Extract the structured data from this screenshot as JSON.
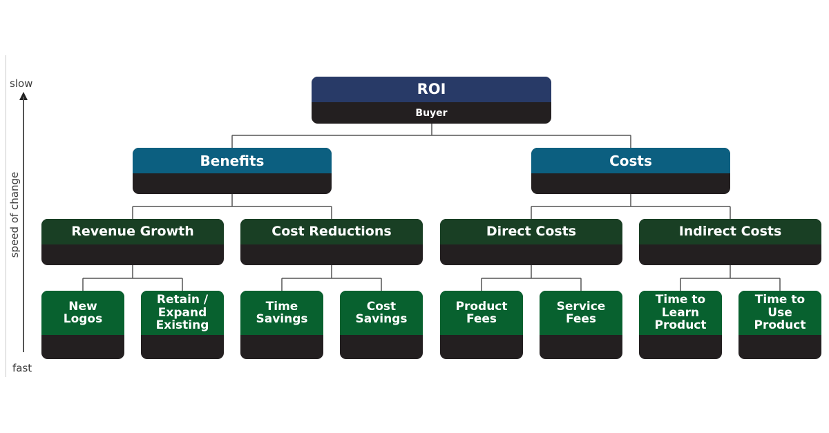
{
  "axis": {
    "top_label": "slow",
    "bottom_label": "fast",
    "title": "speed of change"
  },
  "colors": {
    "root_header": "#283a67",
    "level1_header": "#0c5f80",
    "level2_header": "#193f24",
    "level3_header": "#08612f",
    "footer": "#231f20",
    "connector": "#555555"
  },
  "tree": {
    "root": {
      "title": "ROI",
      "subtitle": "Buyer"
    },
    "benefits": {
      "title": "Benefits",
      "subtitle": "",
      "revenue_growth": {
        "title": "Revenue Growth",
        "subtitle": "",
        "children": [
          {
            "title": "New\nLogos",
            "subtitle": ""
          },
          {
            "title": "Retain /\nExpand\nExisting",
            "subtitle": ""
          }
        ]
      },
      "cost_reductions": {
        "title": "Cost Reductions",
        "subtitle": "",
        "children": [
          {
            "title": "Time\nSavings",
            "subtitle": ""
          },
          {
            "title": "Cost\nSavings",
            "subtitle": ""
          }
        ]
      }
    },
    "costs": {
      "title": "Costs",
      "subtitle": "",
      "direct_costs": {
        "title": "Direct Costs",
        "subtitle": "",
        "children": [
          {
            "title": "Product\nFees",
            "subtitle": ""
          },
          {
            "title": "Service\nFees",
            "subtitle": ""
          }
        ]
      },
      "indirect_costs": {
        "title": "Indirect Costs",
        "subtitle": "",
        "children": [
          {
            "title": "Time to\nLearn\nProduct",
            "subtitle": ""
          },
          {
            "title": "Time to\nUse\nProduct",
            "subtitle": ""
          }
        ]
      }
    }
  }
}
